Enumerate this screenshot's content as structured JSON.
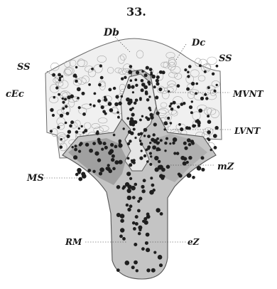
{
  "figure": {
    "number": "33.",
    "labels": {
      "db": "Db",
      "dc": "Dc",
      "ss_left": "SS",
      "ss_right": "SS",
      "cec": "cEc",
      "mvnt": "MVNT",
      "lvnt": "LVNT",
      "ms": "MS",
      "mz": "mZ",
      "rm": "RM",
      "ez": "eZ"
    }
  },
  "colors": {
    "ink": "#1a1a1a",
    "outer_fill": "#ececec",
    "tissue_fill": "#bdbdbd",
    "dark_mass": "#8c8c8c",
    "cell_outline": "#9a9a9a"
  }
}
